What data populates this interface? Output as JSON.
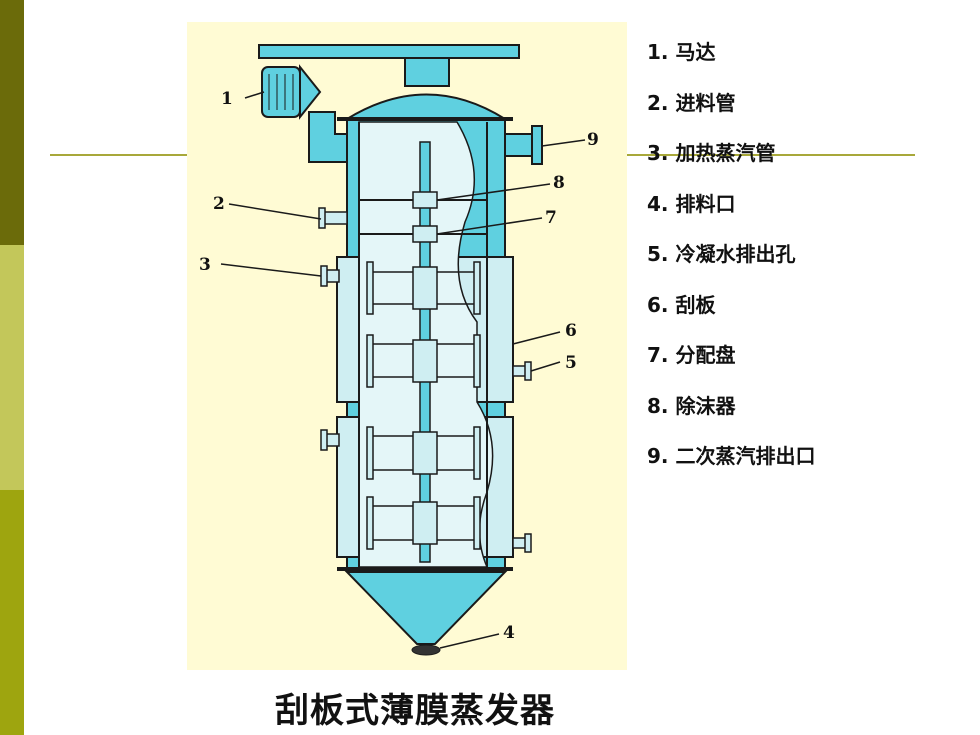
{
  "diagram": {
    "callouts": [
      "1",
      "2",
      "3",
      "4",
      "5",
      "6",
      "7",
      "8",
      "9"
    ]
  },
  "legend": {
    "items": [
      "1. 马达",
      "2. 进料管",
      "3. 加热蒸汽管",
      "4. 排料口",
      "5. 冷凝水排出孔",
      "6. 刮板",
      "7. 分配盘",
      "8. 除沫器",
      "9. 二次蒸汽排出口"
    ]
  },
  "title": "刮板式薄膜蒸发器",
  "colors": {
    "sidebar_dark": "#6b6b0a",
    "sidebar_light": "#c3c75a",
    "sidebar_mid": "#9ea50f",
    "divider": "#a8a83a",
    "figure_background": "#fffbd4",
    "equipment": "#5fd0e0",
    "equipment_light": "#d8f3f6"
  }
}
